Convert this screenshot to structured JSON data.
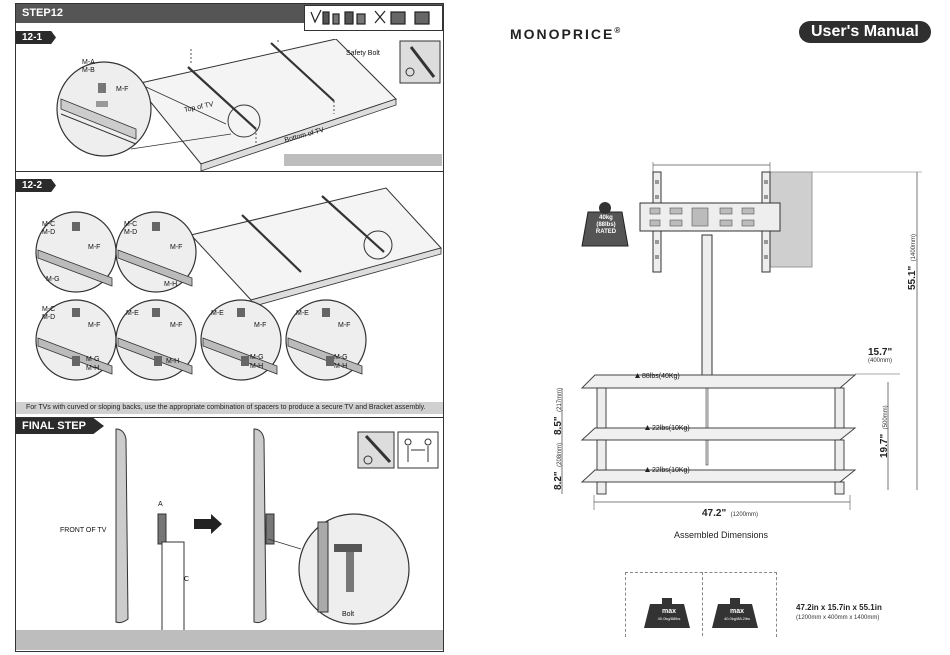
{
  "left_page": {
    "step_title": "STEP12",
    "section_a": "12-1",
    "section_b": "12-2",
    "final_step": "FINAL STEP",
    "labels_12_1": {
      "m_a": "M-A",
      "m_b": "M-B",
      "m_f": "M-F",
      "safety_bolt": "Safety Bolt",
      "top_of_tv": "Top of TV",
      "bottom_of_tv": "Bottom of TV"
    },
    "labels_12_2": {
      "m_c": "M-C",
      "m_d": "M-D",
      "m_e": "M-E",
      "m_f": "M-F",
      "m_g": "M-G",
      "m_h": "M-H"
    },
    "note": "For TVs with curved or sloping backs, use the appropriate combination of spacers to produce a secure TV and Bracket assembly.",
    "final_labels": {
      "front_of_tv": "FRONT OF TV",
      "a": "A",
      "c": "C",
      "bolt": "Bolt"
    }
  },
  "right_page": {
    "brand": "MONOPRICE",
    "brand_mark": "®",
    "manual_title": "User's Manual",
    "weight_badge": {
      "line1": "40kg",
      "line2": "(88lbs)",
      "line3": "RATED"
    },
    "shelves": [
      {
        "label": "88lbs(40Kg)"
      },
      {
        "label": "22lbs(10Kg)"
      },
      {
        "label": "22lbs(10Kg)"
      }
    ],
    "dimensions": {
      "height_in": "55.1\"",
      "height_mm": "(1400mm)",
      "depth_in": "15.7\"",
      "depth_mm": "(400mm)",
      "shelf_h_in": "19.7\"",
      "shelf_h_mm": "(500mm)",
      "gap1_in": "8.5\"",
      "gap1_mm": "(217mm)",
      "gap2_in": "8.2\"",
      "gap2_mm": "(208mm)",
      "width_in": "47.2\"",
      "width_mm": "(1200mm)"
    },
    "caption": "Assembled Dimensions",
    "bottom_box": {
      "max1_word": "max",
      "max1_sub": "40.0kg/88lbs",
      "max2_word": "max",
      "max2_sub": "40.0kg/88.2lbs",
      "summary": "47.2in x 15.7in x 55.1in",
      "summary_mm": "(1200mm x 400mm x 1400mm)"
    }
  }
}
